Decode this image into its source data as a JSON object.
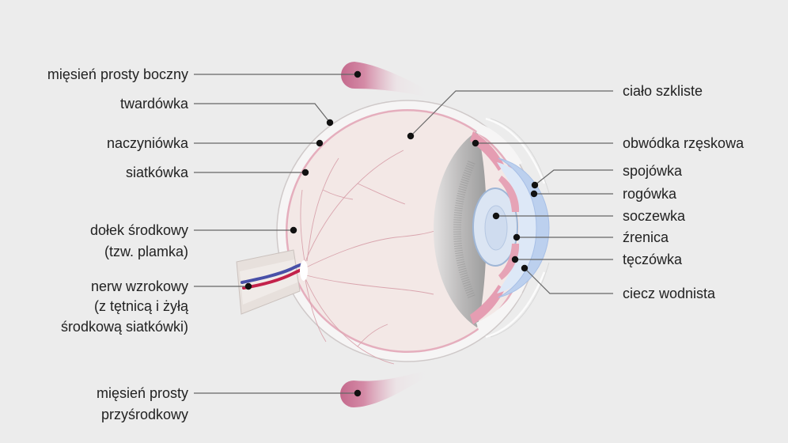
{
  "colors": {
    "background": "#ececec",
    "label_text": "#222222",
    "leader_line": "#666666",
    "pointer_dot": "#111111",
    "sclera": "#f6f5f5",
    "sclera_outline": "#cfc9c9",
    "choroid": "#e5aebd",
    "vitreous": "#f3e8e6",
    "ciliary_gray": "#b9b8b8",
    "ciliary_pink": "#e59db2",
    "lens": "#dbe5f3",
    "lens_outline": "#9fb6d6",
    "cornea": "#bcd0ee",
    "aqueous": "#dde8f7",
    "iris": "#e6a3b6",
    "muscle": "#c4698c",
    "optic_nerve": "#e7e0dc",
    "artery": "#c3224b",
    "vein": "#4950a8",
    "retinal_vessel": "#d9a5ae"
  },
  "labels": {
    "left": {
      "lateral_rectus": [
        "mięsień prosty boczny"
      ],
      "sclera": [
        "twardówka"
      ],
      "choroid": [
        "naczyniówka"
      ],
      "retina": [
        "siatkówka"
      ],
      "fovea": [
        "dołek środkowy",
        "(tzw. plamka)"
      ],
      "optic_nerve": [
        "nerw wzrokowy",
        "(z tętnicą i żyłą",
        "środkową siatkówki)"
      ],
      "medial_rectus": [
        "mięsień prosty",
        "przyśrodkowy"
      ]
    },
    "right": {
      "vitreous": [
        "ciało szkliste"
      ],
      "ciliary_body": [
        "obwódka rzęskowa"
      ],
      "conjunctiva": [
        "spojówka"
      ],
      "cornea": [
        "rogówka"
      ],
      "lens": [
        "soczewka"
      ],
      "pupil": [
        "źrenica"
      ],
      "iris": [
        "tęczówka"
      ],
      "aqueous_humor": [
        "ciecz wodnista"
      ]
    }
  }
}
